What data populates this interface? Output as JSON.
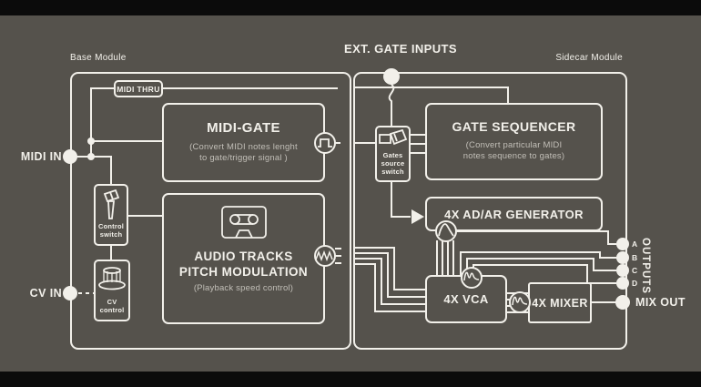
{
  "canvas": {
    "background": "#55524C",
    "line_color": "#F2F0EA",
    "subtitle_color": "#C2BFB8",
    "bar_color": "#0B0B0B"
  },
  "labels": {
    "base_module": "Base Module",
    "sidecar_module": "Sidecar Module",
    "ext_gate_inputs": "EXT. GATE INPUTS",
    "midi_in": "MIDI IN",
    "cv_in": "CV IN",
    "midi_thru": "MIDI THRU",
    "outputs": "OUTPUTS",
    "mix_out": "MIX OUT",
    "output_ports": [
      "A",
      "B",
      "C",
      "D"
    ]
  },
  "blocks": {
    "midi_gate": {
      "title": "MIDI-GATE",
      "subtitle_line1": "(Convert MIDI notes lenght",
      "subtitle_line2": "to gate/trigger signal )"
    },
    "audio_tracks": {
      "title_line1": "AUDIO TRACKS",
      "title_line2": "PITCH MODULATION",
      "subtitle": "(Playback speed control)"
    },
    "control_switch": {
      "line1": "Control",
      "line2": "switch"
    },
    "cv_control": {
      "line1": "CV",
      "line2": "control"
    },
    "gates_source_switch": {
      "line1": "Gates",
      "line2": "source",
      "line3": "switch"
    },
    "gate_sequencer": {
      "title": "GATE SEQUENCER",
      "subtitle_line1": "(Convert particular MIDI",
      "subtitle_line2": "notes sequence to gates)"
    },
    "adar_generator": {
      "title": "4X AD/AR GENERATOR"
    },
    "vca": {
      "title": "4X VCA"
    },
    "mixer": {
      "title": "4X MIXER"
    }
  }
}
